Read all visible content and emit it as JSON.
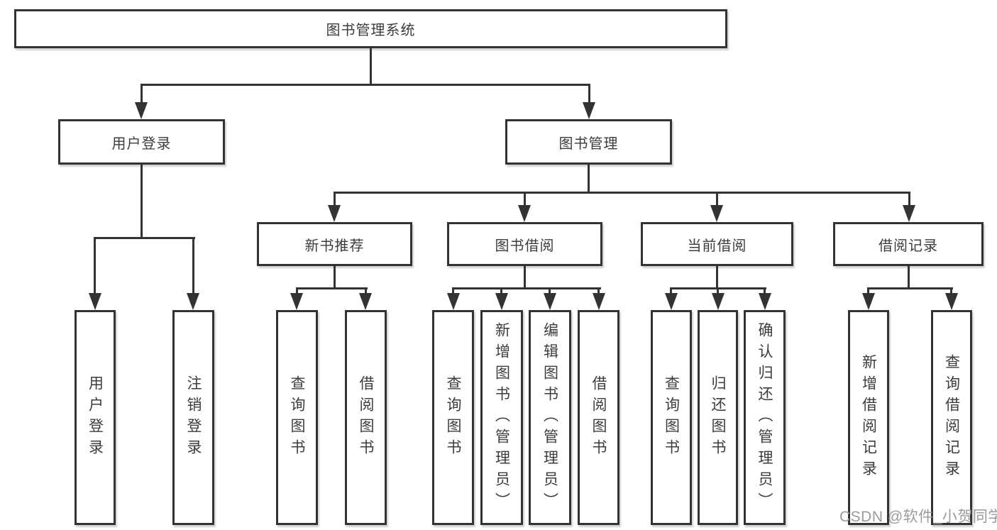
{
  "diagram": {
    "root": "图书管理系统",
    "user_login": {
      "label": "用户登录",
      "login": "用户登录",
      "logout": "注销登录"
    },
    "book_management": {
      "label": "图书管理",
      "new_book_recommend": {
        "label": "新书推荐",
        "query_books": "查询图书",
        "borrow_books": "借阅图书"
      },
      "book_borrowing": {
        "label": "图书借阅",
        "query_books": "查询图书",
        "add_books_admin": "新增图书（管理员）",
        "edit_books_admin": "编辑图书（管理员）",
        "borrow_books": "借阅图书"
      },
      "current_borrowing": {
        "label": "当前借阅",
        "query_books": "查询图书",
        "return_books": "归还图书",
        "confirm_return_admin": "确认归还（管理员）"
      },
      "borrowing_records": {
        "label": "借阅记录",
        "add_record": "新增借阅记录",
        "query_record": "查询借阅记录"
      }
    }
  },
  "watermark": {
    "text": "CSDN @软件_小贺同学",
    "color": "#9b9b9b"
  },
  "colors": {
    "line": "#333333",
    "box_border": "#333333",
    "box_background": "#ffffff",
    "text": "#3c3c3c",
    "page_background": "#ffffff"
  }
}
